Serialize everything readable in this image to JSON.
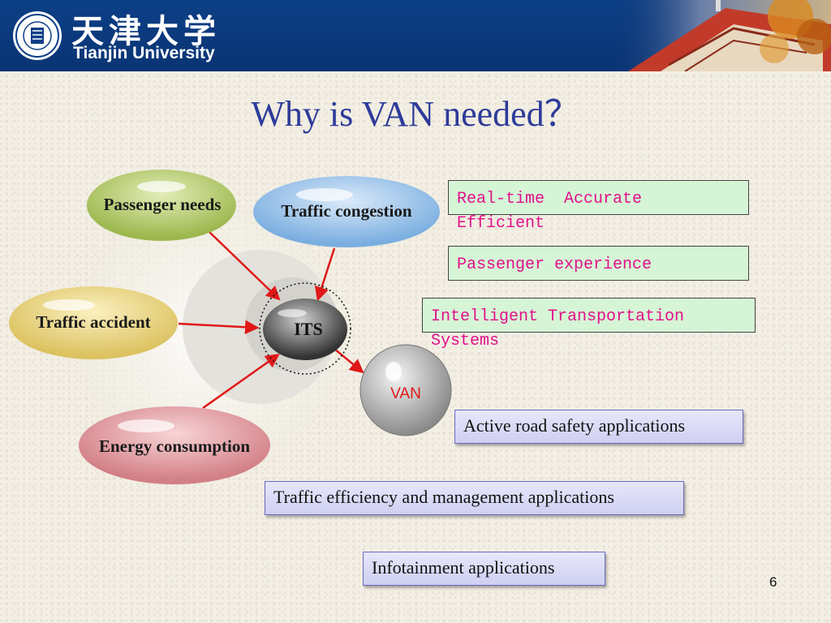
{
  "header": {
    "logo_cn": "天津大学",
    "logo_en": "Tianjin University"
  },
  "slide": {
    "title": "Why is VAN needed？",
    "page_number": "6"
  },
  "bubbles": {
    "passenger_needs": "Passenger needs",
    "traffic_congestion": "Traffic congestion",
    "traffic_accident": "Traffic accident",
    "energy_consumption": "Energy consumption",
    "its": "ITS",
    "van": "VAN"
  },
  "notes": {
    "realtime_line1": "Real-time  Accurate",
    "realtime_line2": "Efficient",
    "passenger_experience": "Passenger experience",
    "its_line1": "Intelligent Transportation",
    "its_line2": "Systems"
  },
  "applications": {
    "active_safety": "Active road safety applications",
    "traffic_efficiency": "Traffic efficiency and management applications",
    "infotainment": "Infotainment applications"
  },
  "colors": {
    "header_blue": "#0c3f86",
    "title_blue": "#2e3b9a",
    "note_text": "#e0108a",
    "note_bg": "#d6f5d6",
    "arrow_red": "#e01818"
  }
}
